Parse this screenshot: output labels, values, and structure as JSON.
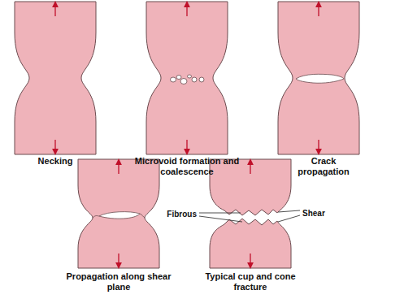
{
  "diagram": {
    "labels": [
      "Necking",
      "Microvoid formation and coalescence",
      "Crack propagation",
      "Propagation along shear plane",
      "Typical cup and cone fracture",
      "Fibrous",
      "Shear"
    ]
  }
}
